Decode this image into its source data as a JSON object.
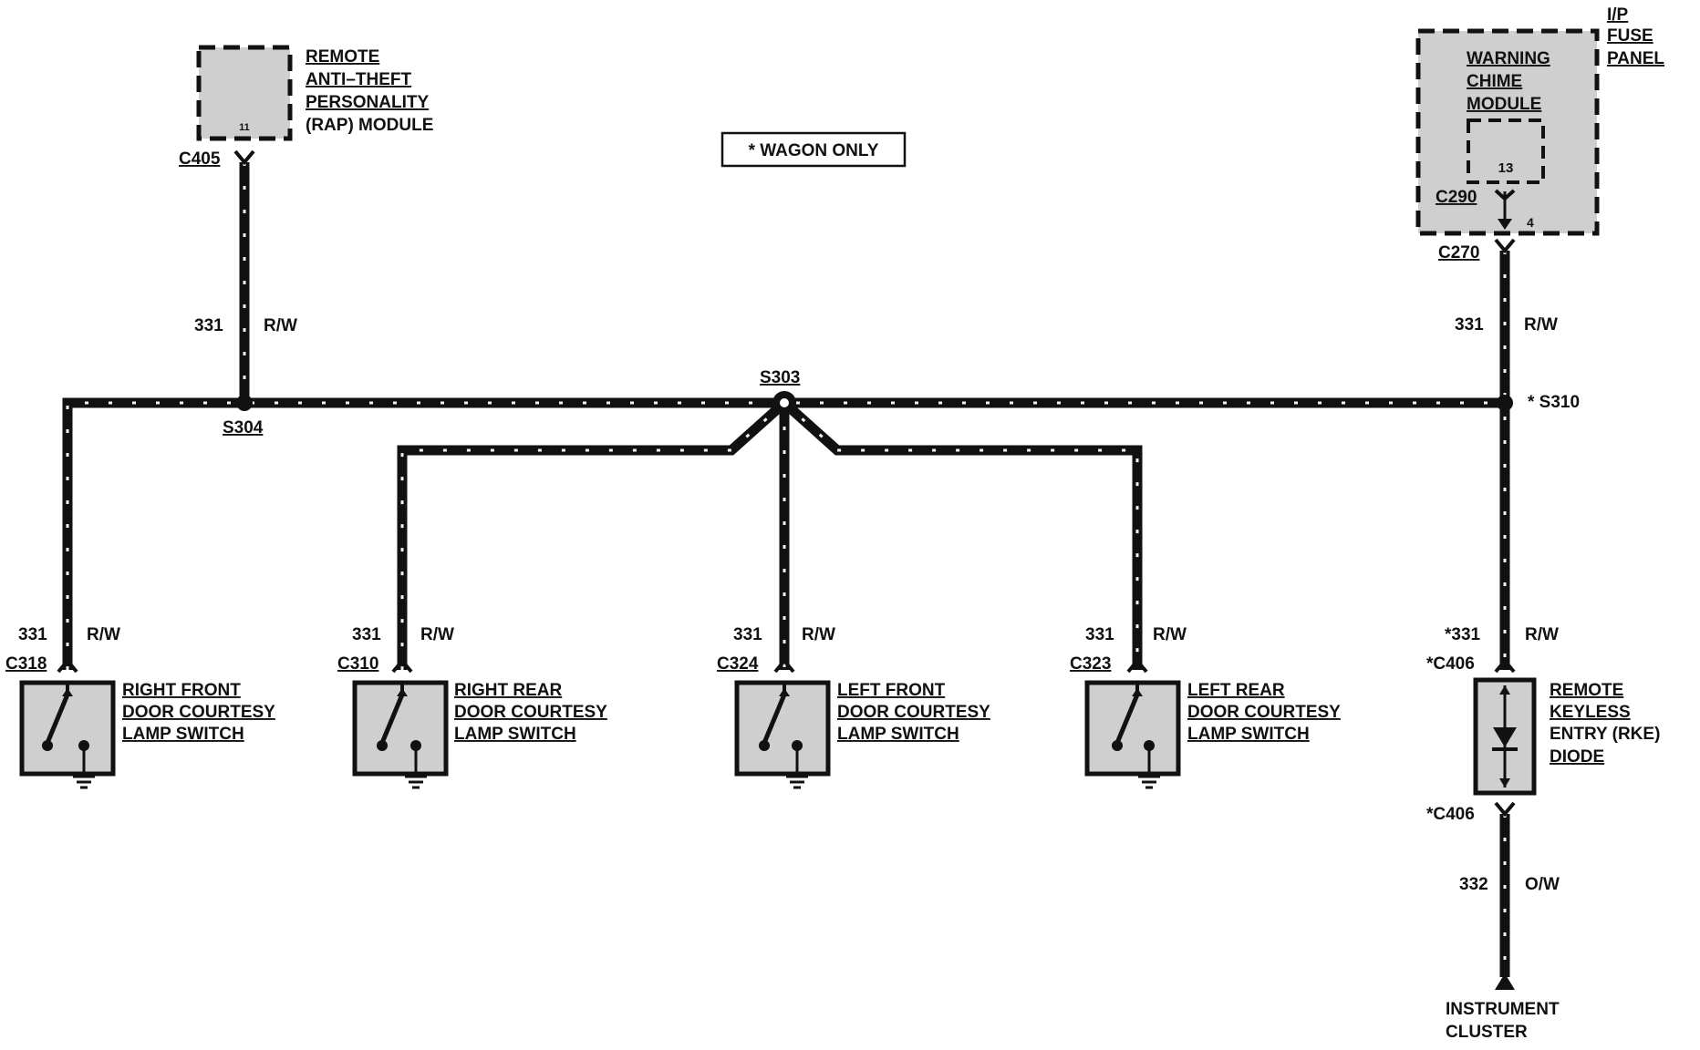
{
  "note": "* WAGON ONLY",
  "rap_module": {
    "lines": [
      "REMOTE",
      "ANTI–THEFT",
      "PERSONALITY",
      "(RAP) MODULE"
    ],
    "pin": "11",
    "connector": "C405",
    "wire_number": "331",
    "wire_color": "R/W"
  },
  "fuse_panel": {
    "lines": [
      "I/P",
      "FUSE",
      "PANEL"
    ],
    "module_lines": [
      "WARNING",
      "CHIME",
      "MODULE"
    ],
    "inner_pin": "13",
    "inner_connector": "C290",
    "pin": "4",
    "connector": "C270",
    "wire_number": "331",
    "wire_color": "R/W"
  },
  "splices": {
    "s304": "S304",
    "s303": "S303",
    "s310": "* S310"
  },
  "switches": [
    {
      "lines": [
        "RIGHT FRONT",
        "DOOR COURTESY",
        "LAMP SWITCH"
      ],
      "connector": "C318",
      "wire_number": "331",
      "wire_color": "R/W"
    },
    {
      "lines": [
        "RIGHT REAR",
        "DOOR COURTESY",
        "LAMP SWITCH"
      ],
      "connector": "C310",
      "wire_number": "331",
      "wire_color": "R/W"
    },
    {
      "lines": [
        "LEFT FRONT",
        "DOOR COURTESY",
        "LAMP SWITCH"
      ],
      "connector": "C324",
      "wire_number": "331",
      "wire_color": "R/W"
    },
    {
      "lines": [
        "LEFT REAR",
        "DOOR COURTESY",
        "LAMP SWITCH"
      ],
      "connector": "C323",
      "wire_number": "331",
      "wire_color": "R/W"
    }
  ],
  "rke_diode": {
    "lines": [
      "REMOTE",
      "KEYLESS",
      "ENTRY (RKE)",
      "DIODE"
    ],
    "wire_in_number": "*331",
    "wire_in_color": "R/W",
    "connector_top": "*C406",
    "connector_bottom": "*C406",
    "wire_out_number": "332",
    "wire_out_color": "O/W"
  },
  "instrument_cluster": {
    "lines": [
      "INSTRUMENT",
      "CLUSTER"
    ]
  },
  "colors": {
    "ink": "#111111",
    "module_fill": "#cfcfcf",
    "wire_stripe": "#f2f2f2"
  }
}
